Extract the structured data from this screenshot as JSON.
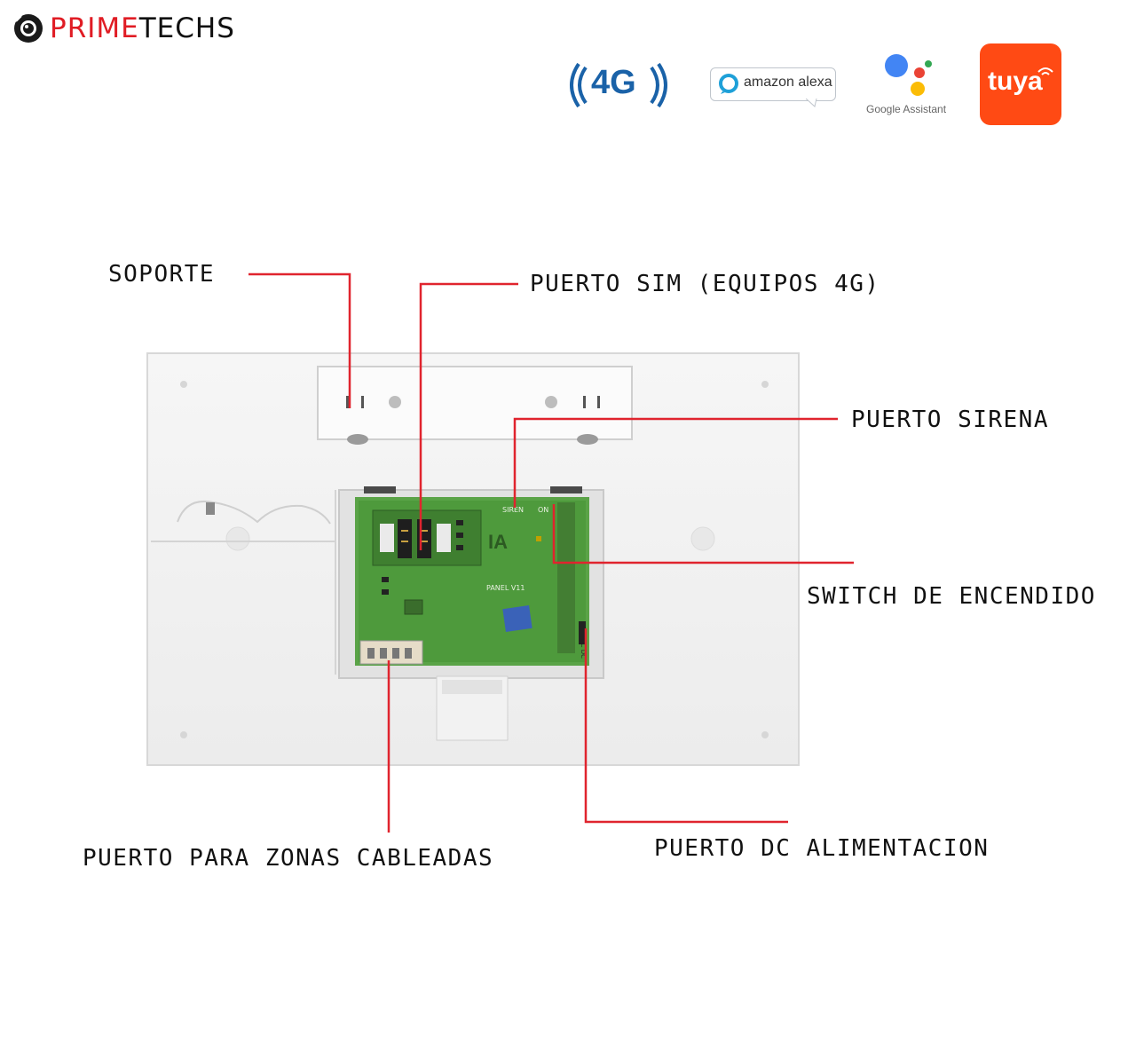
{
  "brand": {
    "name_part1": "PRIME",
    "name_part2": "TECHS",
    "icon": "camera-logo-icon",
    "accent_color": "#e01c24"
  },
  "badges": {
    "network": "4G",
    "alexa": "amazon alexa",
    "google": "Google Assistant",
    "tuya": "tuya"
  },
  "callouts": {
    "soporte": "SOPORTE",
    "puerto_sim": "PUERTO SIM (EQUIPOS 4G)",
    "puerto_sirena": "PUERTO SIRENA",
    "switch": "SWITCH DE ENCENDIDO",
    "puerto_zonas": "PUERTO PARA ZONAS CABLEADAS",
    "puerto_dc": "PUERTO DC ALIMENTACION"
  },
  "pcb": {
    "siren_label": "SIREN",
    "on_label": "ON",
    "panel_label": "PANEL V11",
    "logo": "IA",
    "dc_label": "AC DC"
  },
  "leader_color": "#e0242e"
}
